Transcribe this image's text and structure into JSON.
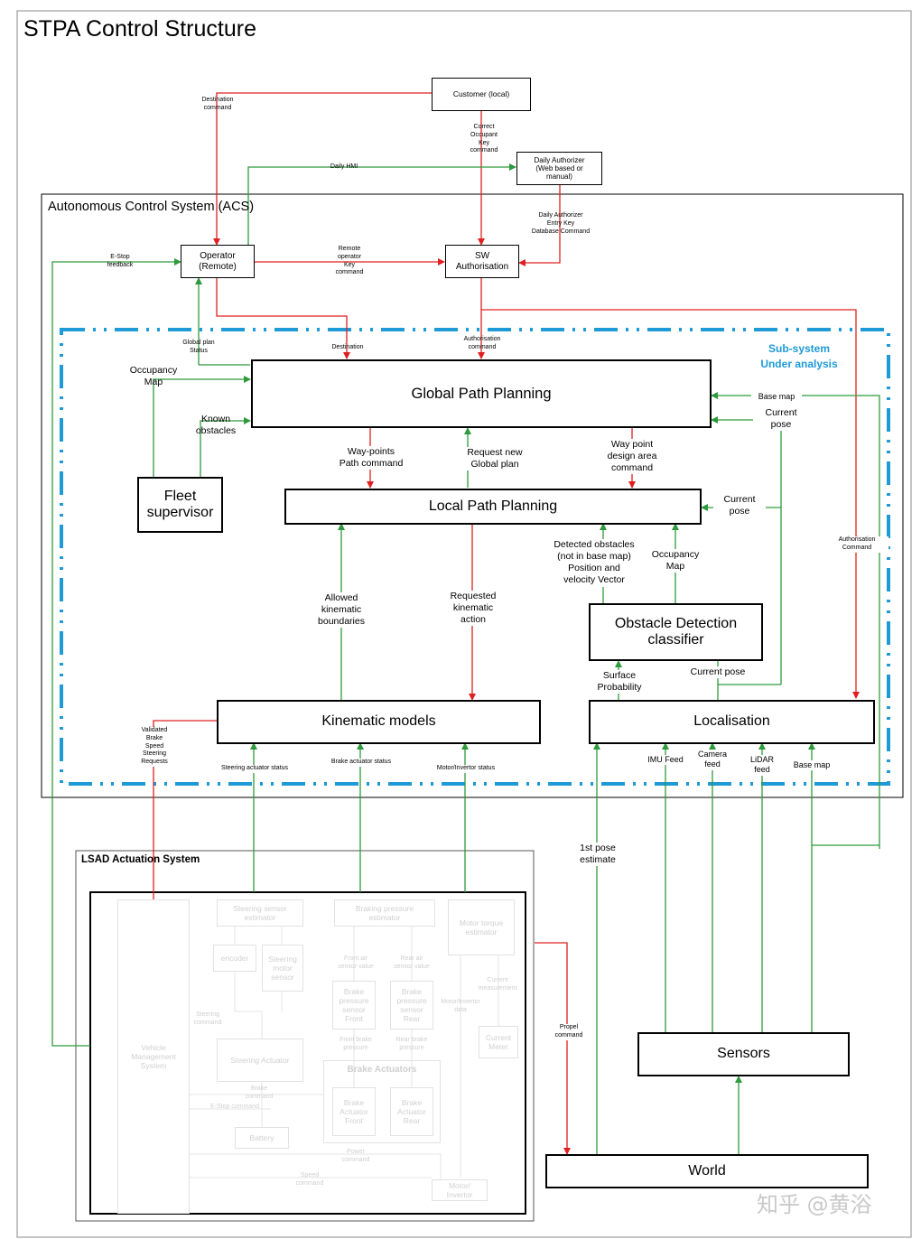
{
  "title": "STPA Control Structure",
  "acs_title": "Autonomous Control System (ACS)",
  "lsad_title": "LSAD Actuation System",
  "subsystem_label": "Sub-system\nUnder analysis",
  "watermark": "知乎 @黄浴",
  "colors": {
    "control": "#e02020",
    "feedback": "#2e9a3c",
    "subsystem_border": "#1e9ad6"
  },
  "boxes": {
    "customer": "Customer (local)",
    "daily_authorizer": "Daily Authorizer\n(Web based or\nmanual)",
    "operator": "Operator\n(Remote)",
    "sw_authorisation": "SW\nAuthorisation",
    "global_path_planning": "Global Path Planning",
    "fleet_supervisor": "Fleet\nsupervisor",
    "local_path_planning": "Local Path Planning",
    "obstacle_detection": "Obstacle Detection\nclassifier",
    "kinematic_models": "Kinematic models",
    "localisation": "Localisation",
    "sensors": "Sensors",
    "world": "World"
  },
  "labels": {
    "destination_command": "Destination\ncommand",
    "correct_occupant_key": "Correct\nOccupant\nKey\ncommand",
    "daily_hmi": "Daily HMI",
    "daily_authorizer_entry": "Daily Authorizer\nEntry Key\nDatabase Command",
    "estop_feedback": "E-Stop\nfeedback",
    "remote_operator_key": "Remote\noperator\nKey\ncommand",
    "global_plan_status": "Global plan\nStatus",
    "destination": "Destination",
    "authorisation_command": "Authorisation\ncommand",
    "occupancy_map": "Occupancy\nMap",
    "known_obstacles": "Known\nobstacles",
    "base_map_top": "Base map",
    "current_pose_top": "Current\npose",
    "waypoints_path_command": "Way-points\nPath command",
    "request_new_global_plan": "Request new\nGlobal plan",
    "waypoint_design_area": "Way point\ndesign area\ncommand",
    "current_pose_local": "Current\npose",
    "authorisation_command_right": "Authorisation\nCommand",
    "detected_obstacles": "Detected obstacles\n(not in base map)\nPosition and\nvelocity Vector",
    "occupancy_map_2": "Occupancy\nMap",
    "allowed_kinematic": "Allowed\nkinematic\nboundaries",
    "requested_kinematic": "Requested\nkinematic\naction",
    "surface_probability": "Surface\nProbability",
    "current_pose_loc": "Current pose",
    "validated_requests": "Validated\nBrake\nSpeed\nSteering\nRequests",
    "steering_actuator_status": "Steering actuator status",
    "brake_actuator_status": "Brake actuator status",
    "motor_invertor_status": "Motor/Invertor status",
    "imu_feed": "IMU Feed",
    "camera_feed": "Camera\nfeed",
    "lidar_feed": "LiDAR\nfeed",
    "base_map_bottom": "Base map",
    "first_pose_estimate": "1st pose\nestimate",
    "propel_command": "Propel\ncommand"
  },
  "lsad_internal": {
    "vehicle_management": "Vehicle\nManagement\nSystem",
    "steering_sensor_estimator": "Steering sensor\nestimator",
    "encoder": "encoder",
    "steering_motor_sensor": "Steering\nmotor\nsensor",
    "steering_actuator": "Steering Actuator",
    "braking_pressure_estimator": "Braking pressure\nestimator",
    "brake_pressure_front": "Brake\npressure\nsensor\nFront",
    "brake_pressure_rear": "Brake\npressure\nsensor\nRear",
    "brake_actuators": "Brake Actuators",
    "brake_actuator_front": "Brake\nActuator\nFront",
    "brake_actuator_rear": "Brake\nActuator\nRear",
    "motor_torque_estimator": "Motor torque\nestimator",
    "current_meter": "Current\nMeter",
    "battery": "Battery",
    "motor_invertor": "Motor/\nInvertor",
    "steering_command": "Steering\ncommand",
    "front_air_sensor_value": "Front air\nsensor value",
    "rear_air_sensor_value": "Rear air\nsensor value",
    "front_brake_pressure": "Front brake\npressure",
    "rear_brake_pressure": "Rear brake\npressure",
    "brake_command": "Brake\ncommand",
    "estop_command": "E-Stop command",
    "power_command": "Power\ncommand",
    "speed_command": "Speed\ncommand",
    "motor_invertor_data": "Motor/Invertor\ndata",
    "current_measurement": "Current\nmeasurement"
  }
}
